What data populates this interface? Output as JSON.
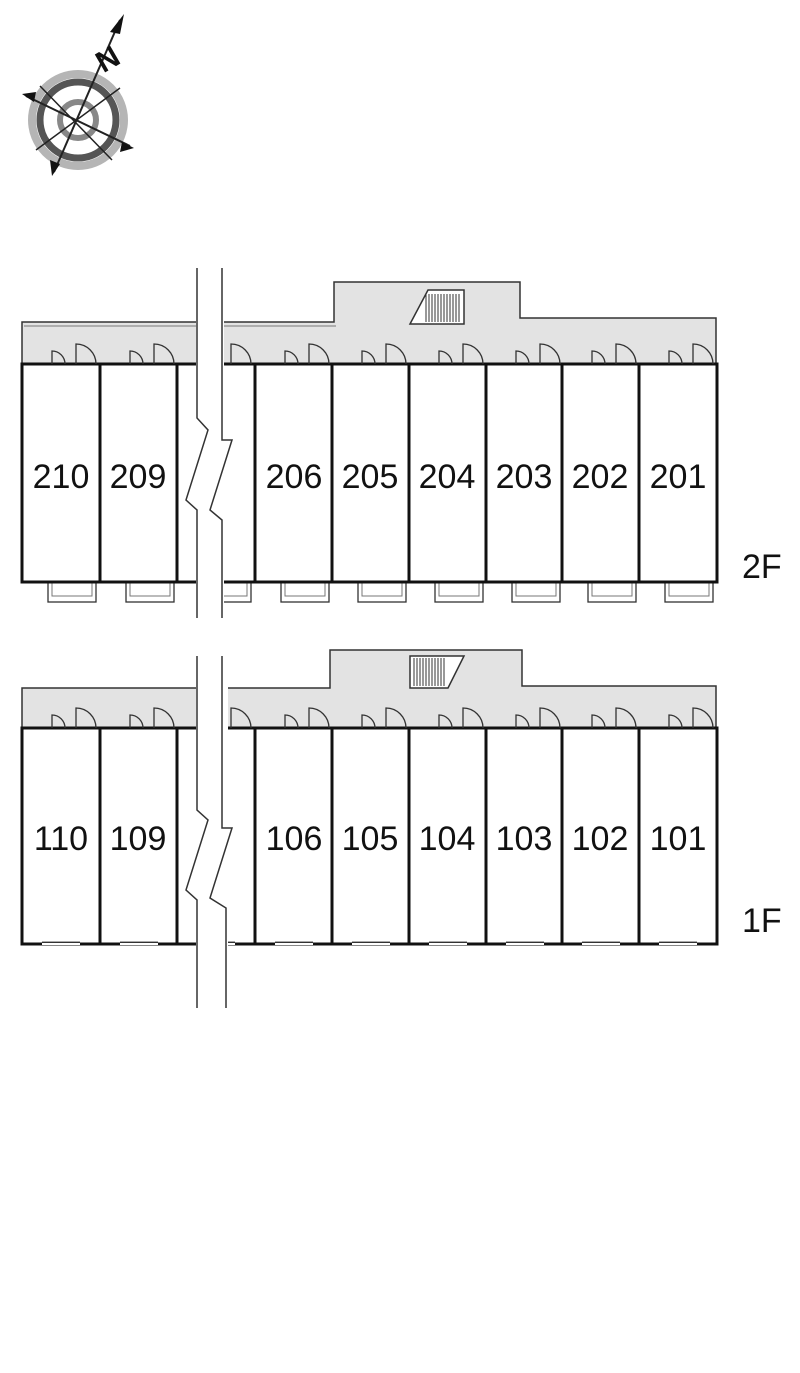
{
  "compass": {
    "label": "N",
    "icon": "compass-rose-icon"
  },
  "floors": [
    {
      "id": "2f",
      "label": "2F",
      "units": [
        "210",
        "209",
        "",
        "206",
        "205",
        "204",
        "203",
        "202",
        "201"
      ]
    },
    {
      "id": "1f",
      "label": "1F",
      "units": [
        "110",
        "109",
        "",
        "106",
        "105",
        "104",
        "103",
        "102",
        "101"
      ]
    }
  ],
  "colors": {
    "corridor": "#e3e3e3",
    "wall": "#111111",
    "line": "#333333",
    "background": "#ffffff"
  }
}
